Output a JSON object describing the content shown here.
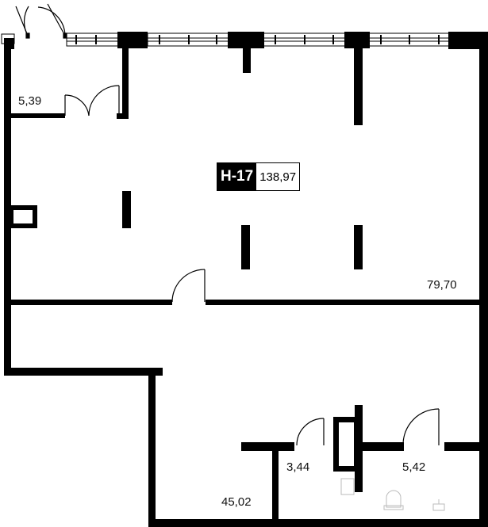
{
  "unit": {
    "code": "Н-17",
    "total_area": "138,97"
  },
  "rooms": [
    {
      "id": "vestibule",
      "area": "5,39"
    },
    {
      "id": "main-hall",
      "area": "79,70"
    },
    {
      "id": "back-room",
      "area": "45,02"
    },
    {
      "id": "bathroom-left",
      "area": "3,44"
    },
    {
      "id": "bathroom-right",
      "area": "5,42"
    }
  ],
  "colors": {
    "wall": "#000000",
    "background": "#ffffff",
    "fixture": "#bbbbbb"
  }
}
